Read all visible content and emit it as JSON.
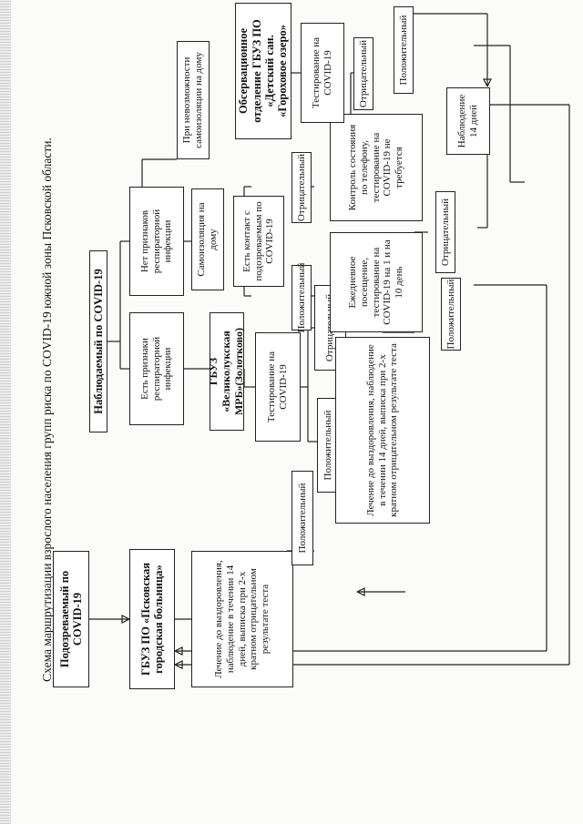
{
  "caption": "Схема маршрутизации взрослого населения групп риска по COVID-19 южной зоны Псковской области.",
  "boxes": {
    "suspected": "Подозреваемый по COVID-19",
    "pskov_hospital": "ГБУЗ ПО «Псковская городская больница»",
    "pskov_treatment": "Лечение до выздоровления, наблюдение в течении 14 дней, выписка при 2-х кратном отрицательном результате теста",
    "observed": "Наблюдаемый по COVID-19",
    "resp_signs": "Есть признаки респираторной инфекции",
    "no_resp_signs": "Нет признаков респираторной инфекции",
    "cannot_isolate": "При невозможности самоизоляции на дому",
    "velikie_luki": "ГБУЗ «Великолукская МРБ»(Золотково)",
    "test_covid_1": "Тестирование на COVID-19",
    "negative_1": "Отрицательный",
    "positive_1": "Положительный",
    "treatment_1": "Лечение до выздоровления, наблюдение в течении 14 дней, выписка при 2-х кратном отрицательном результате теста",
    "positive_1b": "Положительный",
    "self_isolation": "Самоизоляция на дому",
    "contact": "Есть контакт с подозреваемым по COVID-19",
    "positive_2": "Положительный",
    "negative_2": "Отрицательный",
    "daily_visit": "Ежедневное посещение, тестирование на COVID-19 на 1 и на 10 день",
    "positive_3": "Положительный",
    "negative_3": "Отрицательный",
    "phone_control": "Контроль состояния по телефону, тестирование на COVID-19 не требуется",
    "observation_dept": "Обсервационное отделение ГБУЗ ПО «Детский сан. «Гороховое озеро»",
    "test_covid_2": "Тестирование на COVID-19",
    "negative_4": "Отрицательный",
    "positive_4": "Положительный",
    "observation_14": "Наблюдение 14 дней"
  }
}
